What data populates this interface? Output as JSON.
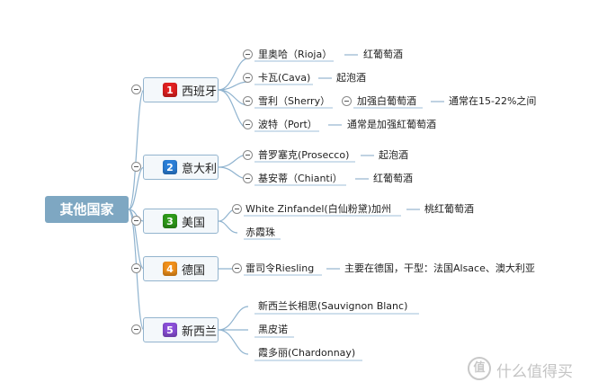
{
  "root": {
    "label": "其他国家"
  },
  "colors": {
    "root": "#7ea7c2",
    "badge_red": "#e02020",
    "badge_blue": "#2b7fd8",
    "badge_green": "#2e9a1a",
    "badge_orange": "#f0901a",
    "badge_purple": "#8a4fd8"
  },
  "branches": [
    {
      "number": "1",
      "label": "西班牙",
      "children": [
        {
          "text": "里奥哈（Rioja）",
          "note": "红葡萄酒"
        },
        {
          "text": "卡瓦(Cava)",
          "note": "起泡酒"
        },
        {
          "text": "雪利（Sherry）",
          "sub": "加强白葡萄酒",
          "note": "通常在15-22%之间"
        },
        {
          "text": "波特（Port）",
          "note": "通常是加强紅葡萄酒"
        }
      ]
    },
    {
      "number": "2",
      "label": "意大利",
      "children": [
        {
          "text": "普罗塞克(Prosecco)",
          "note": "起泡酒"
        },
        {
          "text": "基安蒂（Chianti）",
          "note": "红葡萄酒"
        }
      ]
    },
    {
      "number": "3",
      "label": "美国",
      "children": [
        {
          "text": "White Zinfandel(白仙粉黛)加州",
          "note": "桃红葡萄酒"
        },
        {
          "text": "赤霞珠"
        }
      ]
    },
    {
      "number": "4",
      "label": "德国",
      "children": [
        {
          "text": "雷司令Riesling",
          "note": "主要在德国，干型：法国Alsace、澳大利亚"
        }
      ]
    },
    {
      "number": "5",
      "label": "新西兰",
      "children": [
        {
          "text": "新西兰长相思(Sauvignon Blanc)"
        },
        {
          "text": "黑皮诺"
        },
        {
          "text": "霞多丽(Chardonnay)"
        }
      ]
    }
  ],
  "watermark": {
    "icon": "值",
    "text": "什么值得买"
  }
}
